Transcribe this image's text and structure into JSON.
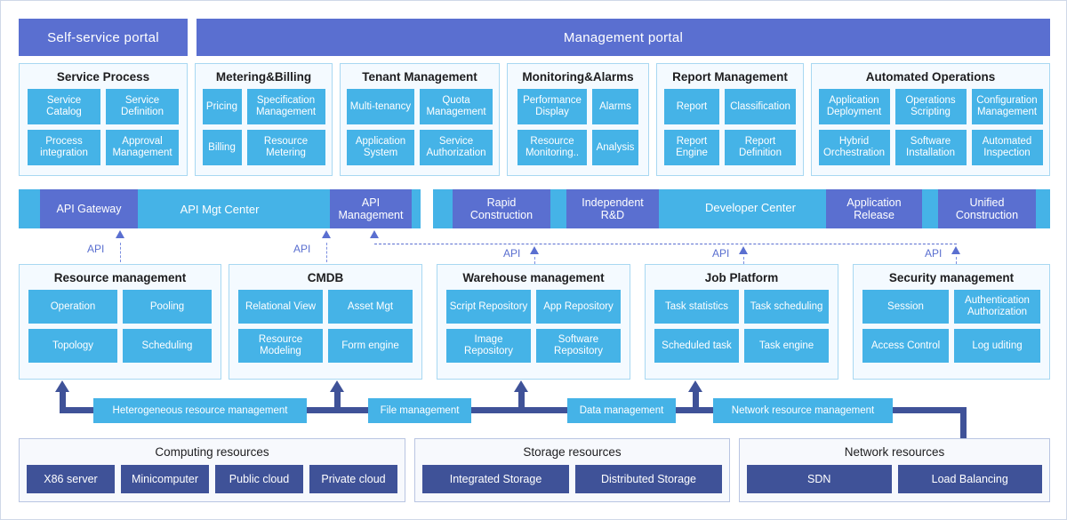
{
  "portals": [
    {
      "id": "self-service-portal",
      "label": "Self-service portal"
    },
    {
      "id": "management-portal",
      "label": "Management portal"
    }
  ],
  "service_panels": [
    {
      "id": "service-process",
      "title": "Service Process",
      "tiles": [
        "Service Catalog",
        "Service Definition",
        "Process integration",
        "Approval Management"
      ]
    },
    {
      "id": "metering-billing",
      "title": "Metering&Billing",
      "tiles": [
        "Pricing",
        "Specification Management",
        "Billing",
        "Resource Metering"
      ]
    },
    {
      "id": "tenant-management",
      "title": "Tenant Management",
      "tiles": [
        "Multi-tenancy",
        "Quota Management",
        "Application System",
        "Service Authorization"
      ]
    },
    {
      "id": "monitoring-alarms",
      "title": "Monitoring&Alarms",
      "tiles": [
        "Performance Display",
        "Alarms",
        "Resource Monitoring..",
        "Analysis"
      ]
    },
    {
      "id": "report-management",
      "title": "Report Management",
      "tiles": [
        "Report",
        "Classification",
        "Report Engine",
        "Report Definition"
      ]
    },
    {
      "id": "automated-operations",
      "title": "Automated Operations",
      "tiles": [
        "Application Deployment",
        "Operations Scripting",
        "Configuration Management",
        "Hybrid Orchestration",
        "Software Installation",
        "Automated Inspection"
      ]
    }
  ],
  "api_band": {
    "label": "API Mgt Center",
    "chips": [
      "API Gateway",
      "API Management"
    ]
  },
  "developer_band": {
    "label": "Developer Center",
    "chips": [
      "Rapid Construction",
      "Independent R&D",
      "Application Release",
      "Unified Construction"
    ]
  },
  "api_connectors": [
    {
      "label": "API"
    },
    {
      "label": "API"
    },
    {
      "label": "API"
    },
    {
      "label": "API"
    },
    {
      "label": "API"
    }
  ],
  "platform_panels": [
    {
      "id": "resource-management",
      "title": "Resource management",
      "tiles": [
        "Operation",
        "Pooling",
        "Topology",
        "Scheduling"
      ]
    },
    {
      "id": "cmdb",
      "title": "CMDB",
      "tiles": [
        "Relational View",
        "Asset Mgt",
        "Resource Modeling",
        "Form engine"
      ]
    },
    {
      "id": "warehouse-management",
      "title": "Warehouse management",
      "tiles": [
        "Script Repository",
        "App Repository",
        "Image Repository",
        "Software Repository"
      ]
    },
    {
      "id": "job-platform",
      "title": "Job Platform",
      "tiles": [
        "Task statistics",
        "Task scheduling",
        "Scheduled task",
        "Task engine"
      ]
    },
    {
      "id": "security-management",
      "title": "Security management",
      "tiles": [
        "Session",
        "Authentication Authorization",
        "Access Control",
        "Log uditing"
      ]
    }
  ],
  "connector_boxes": [
    {
      "id": "heterogeneous-resource-management",
      "label": "Heterogeneous resource management"
    },
    {
      "id": "file-management",
      "label": "File management"
    },
    {
      "id": "data-management",
      "label": "Data management"
    },
    {
      "id": "network-resource-management",
      "label": "Network resource management"
    }
  ],
  "infrastructure": [
    {
      "id": "computing-resources",
      "title": "Computing resources",
      "tiles": [
        "X86 server",
        "Minicomputer",
        "Public cloud",
        "Private cloud"
      ]
    },
    {
      "id": "storage-resources",
      "title": "Storage resources",
      "tiles": [
        "Integrated Storage",
        "Distributed Storage"
      ]
    },
    {
      "id": "network-resources",
      "title": "Network resources",
      "tiles": [
        "SDN",
        "Load Balancing"
      ]
    }
  ],
  "colors": {
    "indigo": "#5a6fd0",
    "sky": "#45b3e7",
    "panel_bg": "#f4faff",
    "panel_border": "#a8d8f2",
    "infra_bg": "#f7f9fd",
    "infra_border": "#b9c5e2",
    "navy": "#3f5298"
  }
}
